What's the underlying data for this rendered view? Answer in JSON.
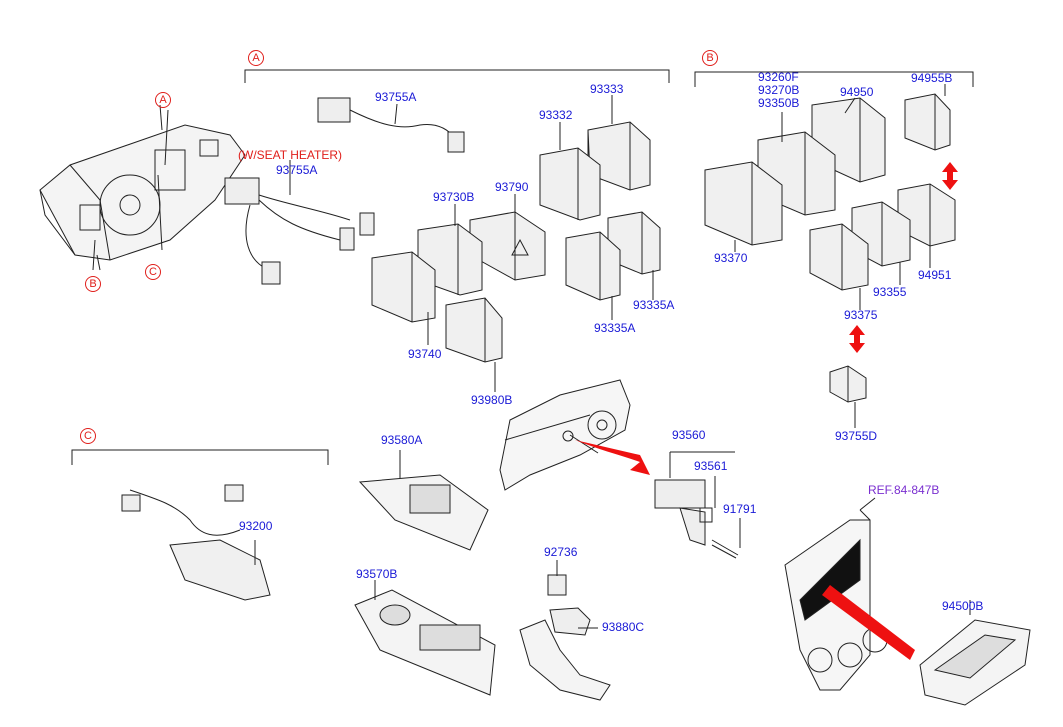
{
  "sections": {
    "a": "A",
    "b": "B",
    "c": "C"
  },
  "callouts": {
    "a": "A",
    "b": "B",
    "c": "C"
  },
  "note": "(W/SEAT HEATER)",
  "ref": "REF.84-847B",
  "parts": {
    "p93755A_1": "93755A",
    "p93755A_2": "93755A",
    "p93332": "93332",
    "p93333": "93333",
    "p93730B": "93730B",
    "p93790": "93790",
    "p93740": "93740",
    "p93335A_1": "93335A",
    "p93335A_2": "93335A",
    "p93980B": "93980B",
    "p93260F": "93260F",
    "p93270B": "93270B",
    "p93350B": "93350B",
    "p94950": "94950",
    "p94955B": "94955B",
    "p93370": "93370",
    "p93355": "93355",
    "p94951": "94951",
    "p93375": "93375",
    "p93755D": "93755D",
    "p93580A": "93580A",
    "p93560": "93560",
    "p93561": "93561",
    "p91791": "91791",
    "p93200": "93200",
    "p93570B": "93570B",
    "p92736": "92736",
    "p93880C": "93880C",
    "p94500B": "94500B"
  },
  "colors": {
    "label": "#1a1ad6",
    "callout": "#e0201c",
    "ref": "#7a2fd0",
    "arrow": "#ee1111",
    "line": "#222222"
  }
}
